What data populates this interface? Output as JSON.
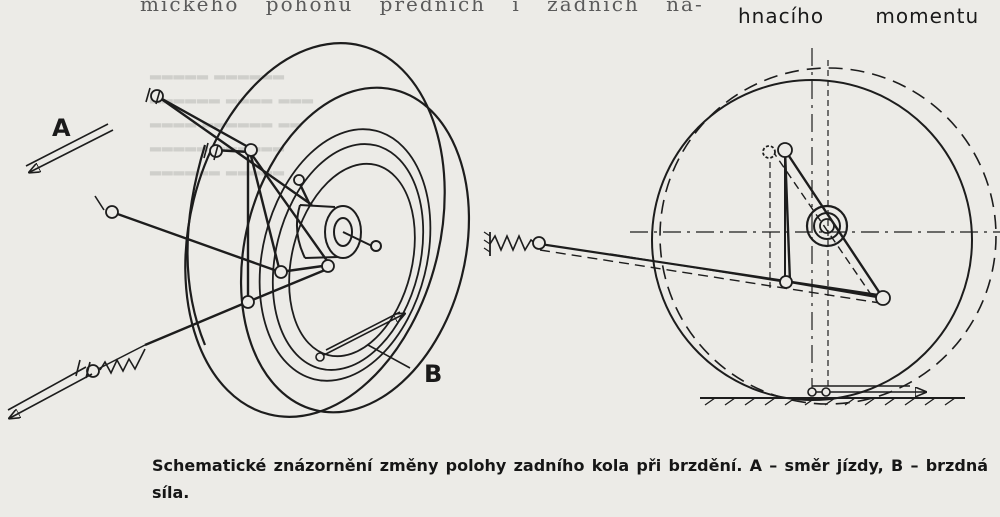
{
  "header": {
    "top_fragment": "mického pohonu předních i zadních ná-",
    "top_right": "hnacího momentu"
  },
  "diagram": {
    "label_a": "A",
    "label_b": "B"
  },
  "caption": "Schematické znázornění změny polohy zadního kola při brzdění. A – směr jízdy, B – brzdná síla.",
  "colors": {
    "paper": "#ecebe7",
    "ink": "#1d1d1d"
  }
}
